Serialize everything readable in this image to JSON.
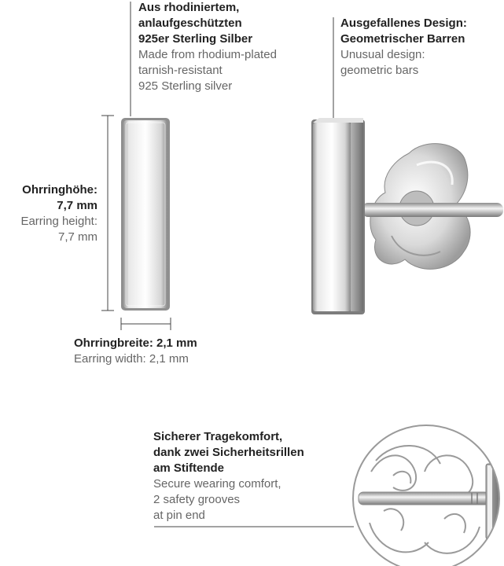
{
  "material": {
    "de": [
      "Aus rhodiniertem,",
      "anlaufgeschützten",
      "925er Sterling Silber"
    ],
    "en": [
      "Made from rhodium-plated",
      "tarnish-resistant",
      "925 Sterling silver"
    ]
  },
  "design": {
    "de": [
      "Ausgefallenes Design:",
      "Geometrischer Barren"
    ],
    "en": [
      "Unusual design:",
      "geometric bars"
    ]
  },
  "height": {
    "de": [
      "Ohrringhöhe:",
      "7,7 mm"
    ],
    "en": [
      "Earring height:",
      "7,7 mm"
    ]
  },
  "width": {
    "de": "Ohrringbreite: 2,1 mm",
    "en": "Earring width: 2,1 mm"
  },
  "comfort": {
    "de": [
      "Sicherer Tragekomfort,",
      "dank zwei Sicherheitsrillen",
      "am Stiftende"
    ],
    "en": [
      "Secure wearing comfort,",
      "2 safety grooves",
      "at pin end"
    ]
  }
}
